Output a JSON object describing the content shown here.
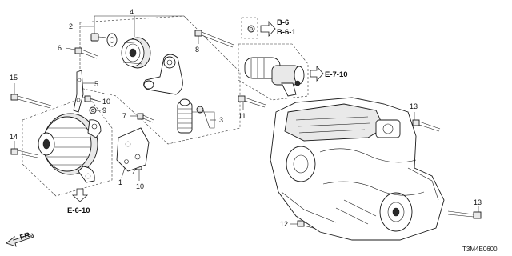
{
  "callouts": {
    "c1": "1",
    "c2": "2",
    "c3": "3",
    "c4": "4",
    "c5": "5",
    "c6": "6",
    "c7": "7",
    "c8": "8",
    "c9": "9",
    "c10a": "10",
    "c10b": "10",
    "c11": "11",
    "c12": "12",
    "c13a": "13",
    "c13b": "13",
    "c14": "14",
    "c15": "15"
  },
  "refs": {
    "b6": "B-6",
    "b61": "B-6-1",
    "e710": "E-7-10",
    "e610": "E-6-10"
  },
  "front_label": "FR.",
  "diagram_code": "T3M4E0600"
}
